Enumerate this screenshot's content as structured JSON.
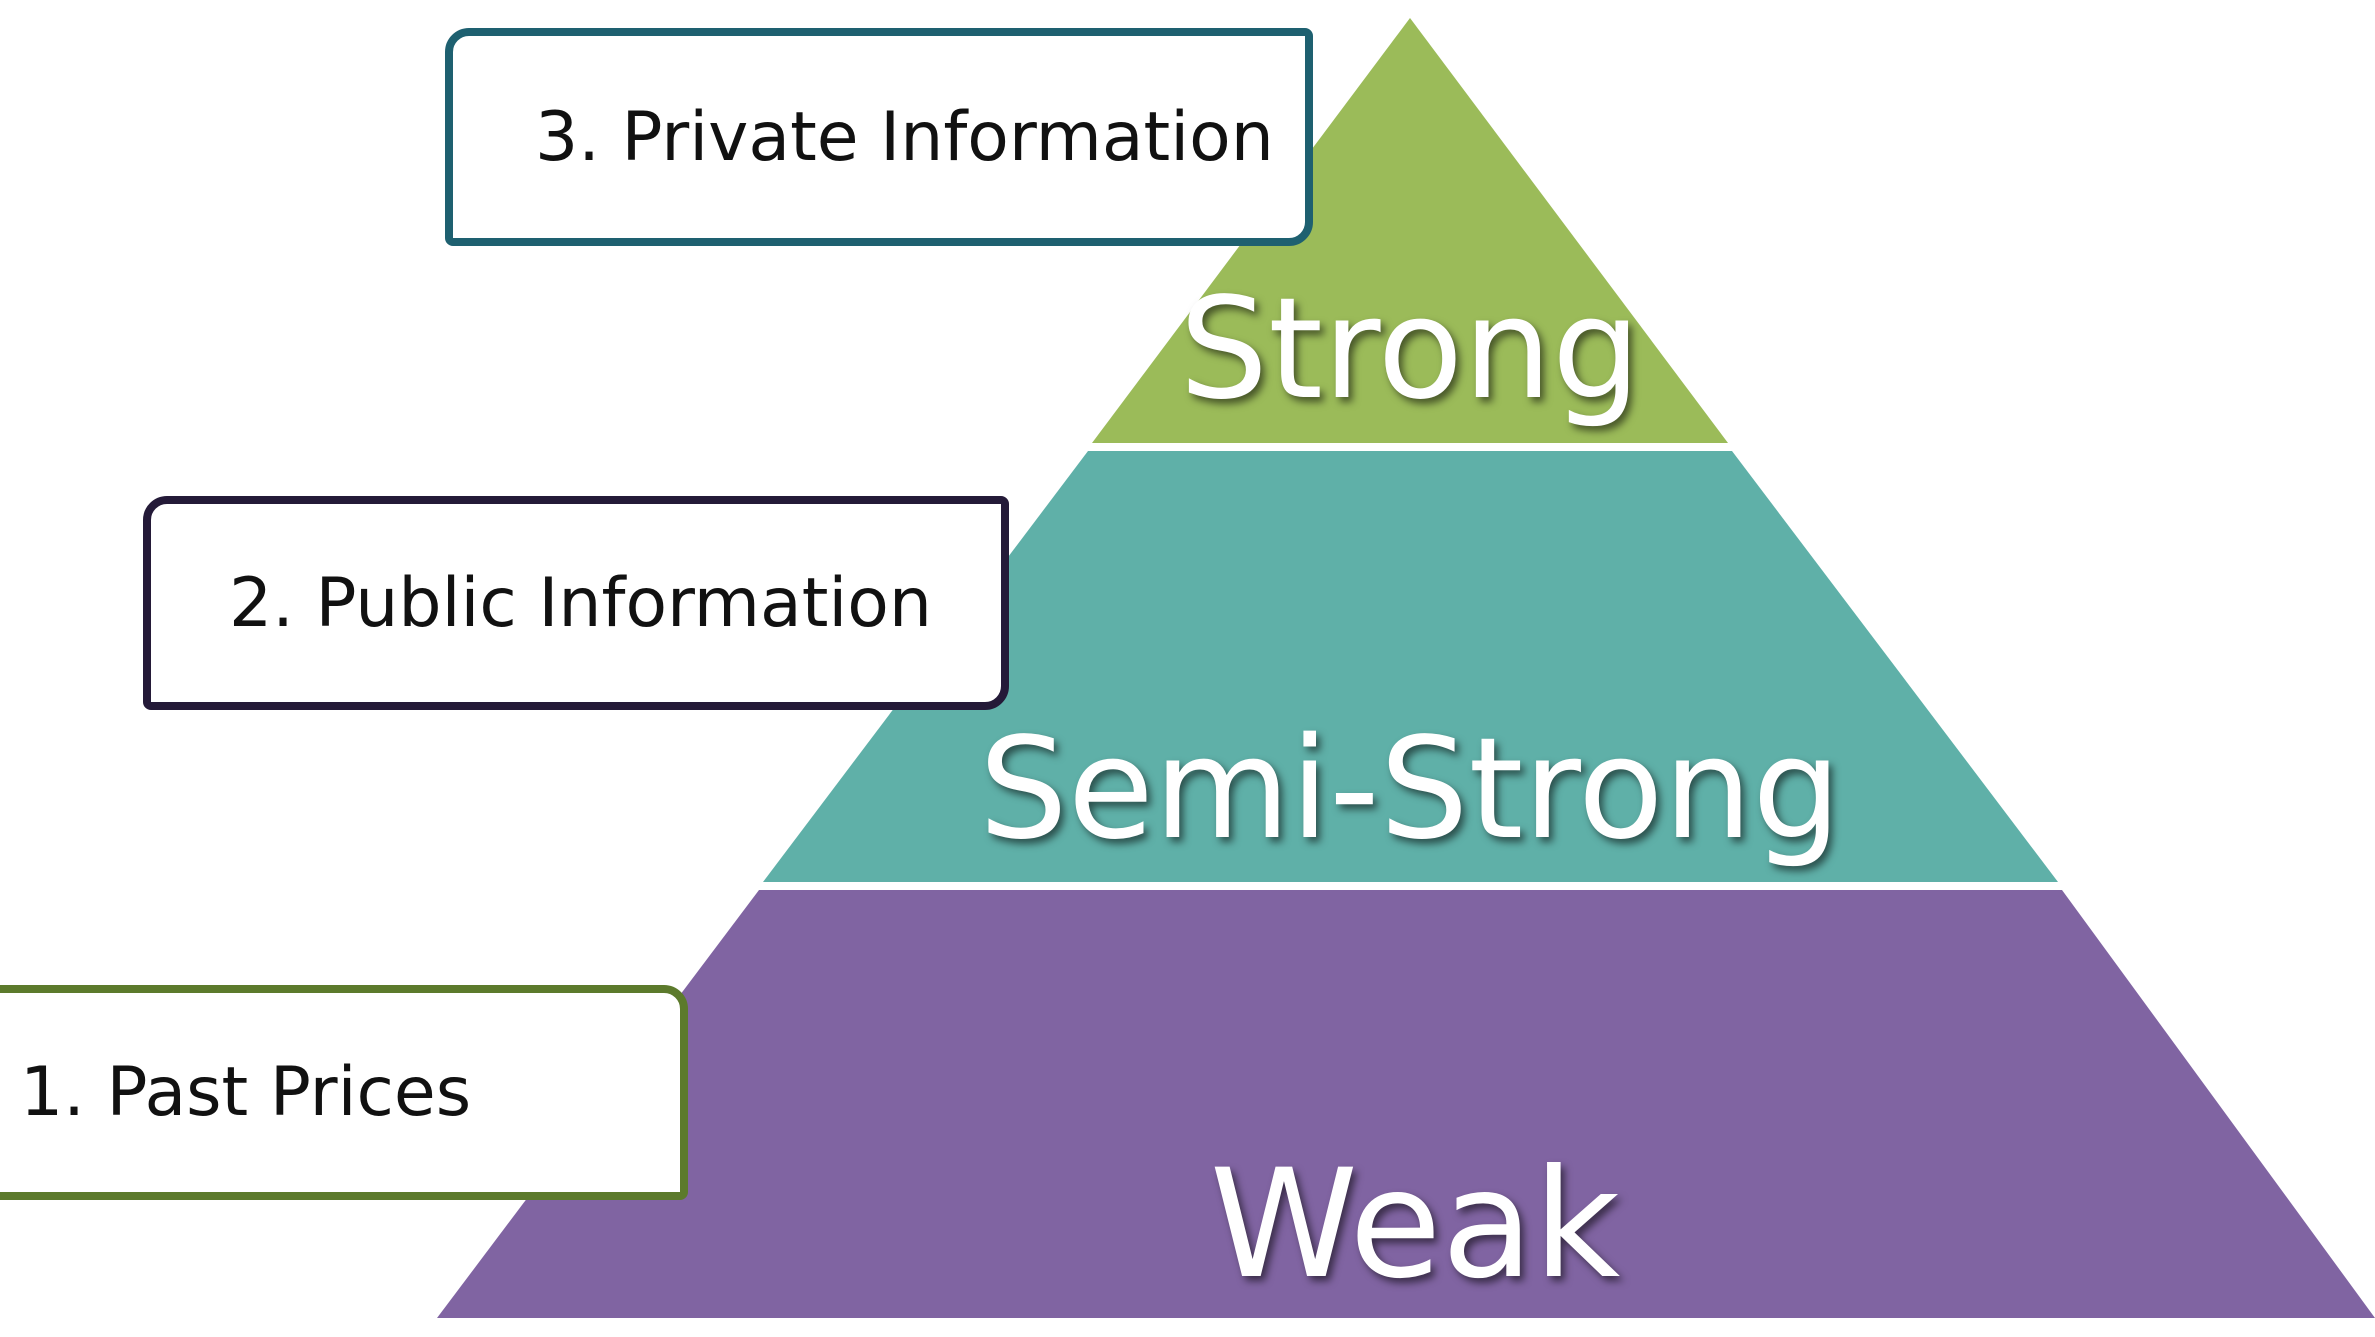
{
  "tiers": [
    {
      "label": "Strong",
      "color": "#9bbb59"
    },
    {
      "label": "Semi-Strong",
      "color": "#5fb0a8"
    },
    {
      "label": "Weak",
      "color": "#8064a2"
    }
  ],
  "callouts": [
    {
      "label": "3. Private Information",
      "border_color": "#1e6070"
    },
    {
      "label": "2. Public Information",
      "border_color": "#241a38"
    },
    {
      "label": "1. Past Prices",
      "border_color": "#5c7a2c"
    }
  ]
}
